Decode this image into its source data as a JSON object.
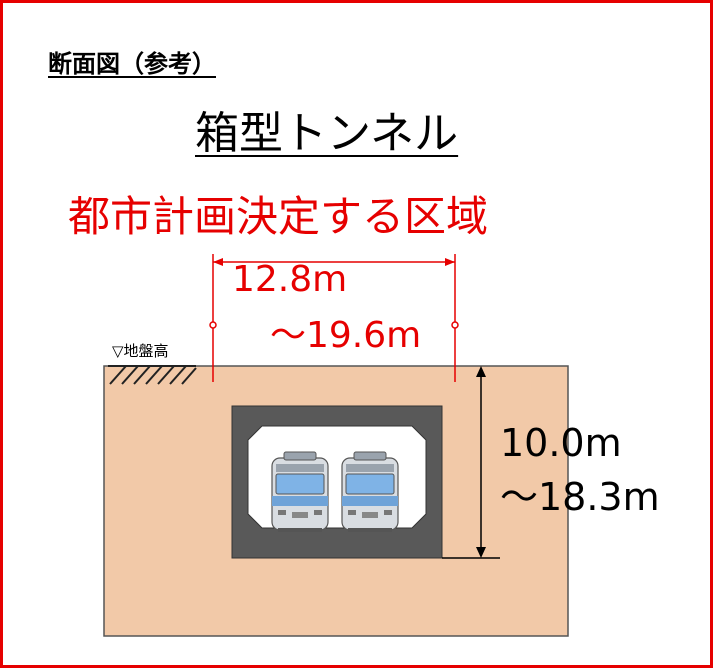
{
  "heading": "断面図（参考）",
  "subtitle": "箱型トンネル",
  "area_label": "都市計画決定する区域",
  "width": {
    "line1": "12.8m",
    "line2": "～19.6m"
  },
  "height": {
    "line1": "10.0m",
    "line2": "～18.3m"
  },
  "ground_label": "▽地盤高",
  "colors": {
    "frame": "#e60000",
    "soil": "#f2c9a8",
    "tunnel_wall": "#595959",
    "tunnel_inner": "#ffffff",
    "train_body": "#d9dde2",
    "train_window": "#7fb3e6",
    "dimension_red": "#e60000"
  },
  "trains": {
    "count": 2,
    "icon": "train-front-icon"
  }
}
